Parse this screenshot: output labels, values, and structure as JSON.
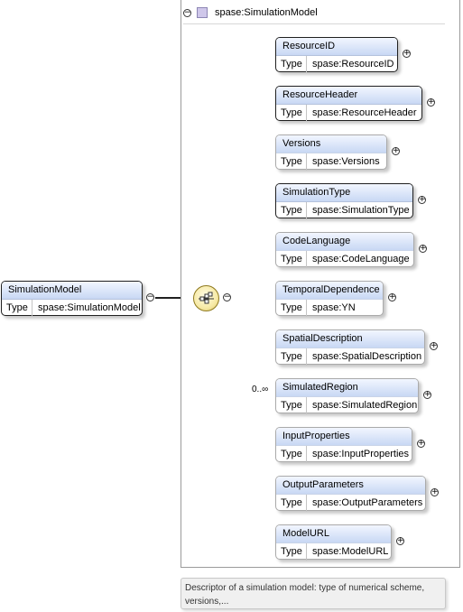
{
  "group": {
    "label": "spase:SimulationModel"
  },
  "root": {
    "name": "SimulationModel",
    "type_label": "Type",
    "type_value": "spase:SimulationModel"
  },
  "occurrence": "0..∞",
  "children": [
    {
      "name": "ResourceID",
      "type_label": "Type",
      "type_value": "spase:ResourceID"
    },
    {
      "name": "ResourceHeader",
      "type_label": "Type",
      "type_value": "spase:ResourceHeader"
    },
    {
      "name": "Versions",
      "type_label": "Type",
      "type_value": "spase:Versions"
    },
    {
      "name": "SimulationType",
      "type_label": "Type",
      "type_value": "spase:SimulationType"
    },
    {
      "name": "CodeLanguage",
      "type_label": "Type",
      "type_value": "spase:CodeLanguage"
    },
    {
      "name": "TemporalDependence",
      "type_label": "Type",
      "type_value": "spase:YN"
    },
    {
      "name": "SpatialDescription",
      "type_label": "Type",
      "type_value": "spase:SpatialDescription"
    },
    {
      "name": "SimulatedRegion",
      "type_label": "Type",
      "type_value": "spase:SimulatedRegion"
    },
    {
      "name": "InputProperties",
      "type_label": "Type",
      "type_value": "spase:InputProperties"
    },
    {
      "name": "OutputParameters",
      "type_label": "Type",
      "type_value": "spase:OutputParameters"
    },
    {
      "name": "ModelURL",
      "type_label": "Type",
      "type_value": "spase:ModelURL"
    }
  ],
  "annotation": "Descriptor of a simulation model: type of numerical scheme, versions,...",
  "icons": {
    "collapse": "minus-circle-icon",
    "expand": "plus-circle-icon",
    "group": "complex-type-icon",
    "sequence": "sequence-compositor-icon"
  },
  "colors": {
    "header_gradient_top": "#f2f6ff",
    "header_gradient_bottom": "#c8d8f4",
    "required_border": "#202020",
    "optional_border": "#aaaaaa",
    "compositor_fill": "#f7eaa6"
  }
}
